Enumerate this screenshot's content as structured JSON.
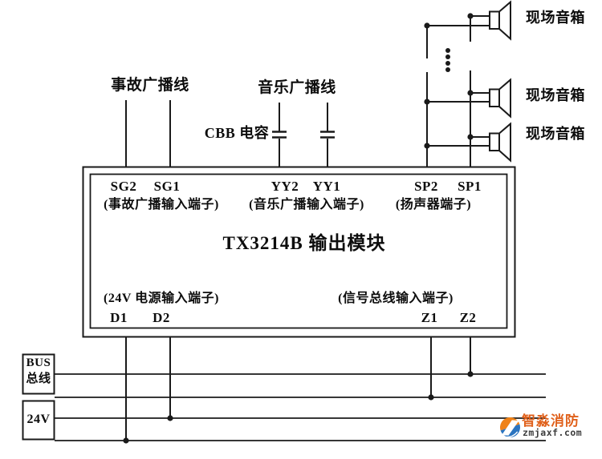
{
  "colors": {
    "wire": "#1a1a1a",
    "text": "#0d0d0d",
    "logo_orange": "#ef8218",
    "logo_blue": "#2a74c0",
    "wm_brand": "#e0611c",
    "wm_domain": "#3d3d3d"
  },
  "top_labels": {
    "accident_broadcast_line": "事故广播线",
    "music_broadcast_line": "音乐广播线",
    "cbb_capacitor": "CBB 电容"
  },
  "module": {
    "title": "TX3214B 输出模块",
    "terminals": {
      "sg2": "SG2",
      "sg1": "SG1",
      "yy2": "YY2",
      "yy1": "YY1",
      "sp2": "SP2",
      "sp1": "SP1",
      "d1": "D1",
      "d2": "D2",
      "z1": "Z1",
      "z2": "Z2"
    },
    "terminal_groups": {
      "sg": "(事故广播输入端子)",
      "yy": "(音乐广播输入端子)",
      "sp": "(扬声器端子)",
      "d": "(24V 电源输入端子)",
      "z": "(信号总线输入端子)"
    }
  },
  "speakers": [
    {
      "label": "现场音箱"
    },
    {
      "label": "现场音箱"
    },
    {
      "label": "现场音箱"
    }
  ],
  "left_boxes": {
    "bus_line1": "BUS",
    "bus_line2": "总线",
    "power": "24V"
  },
  "watermark": {
    "brand": "智淼消防",
    "domain": "zmjaxf.com"
  }
}
